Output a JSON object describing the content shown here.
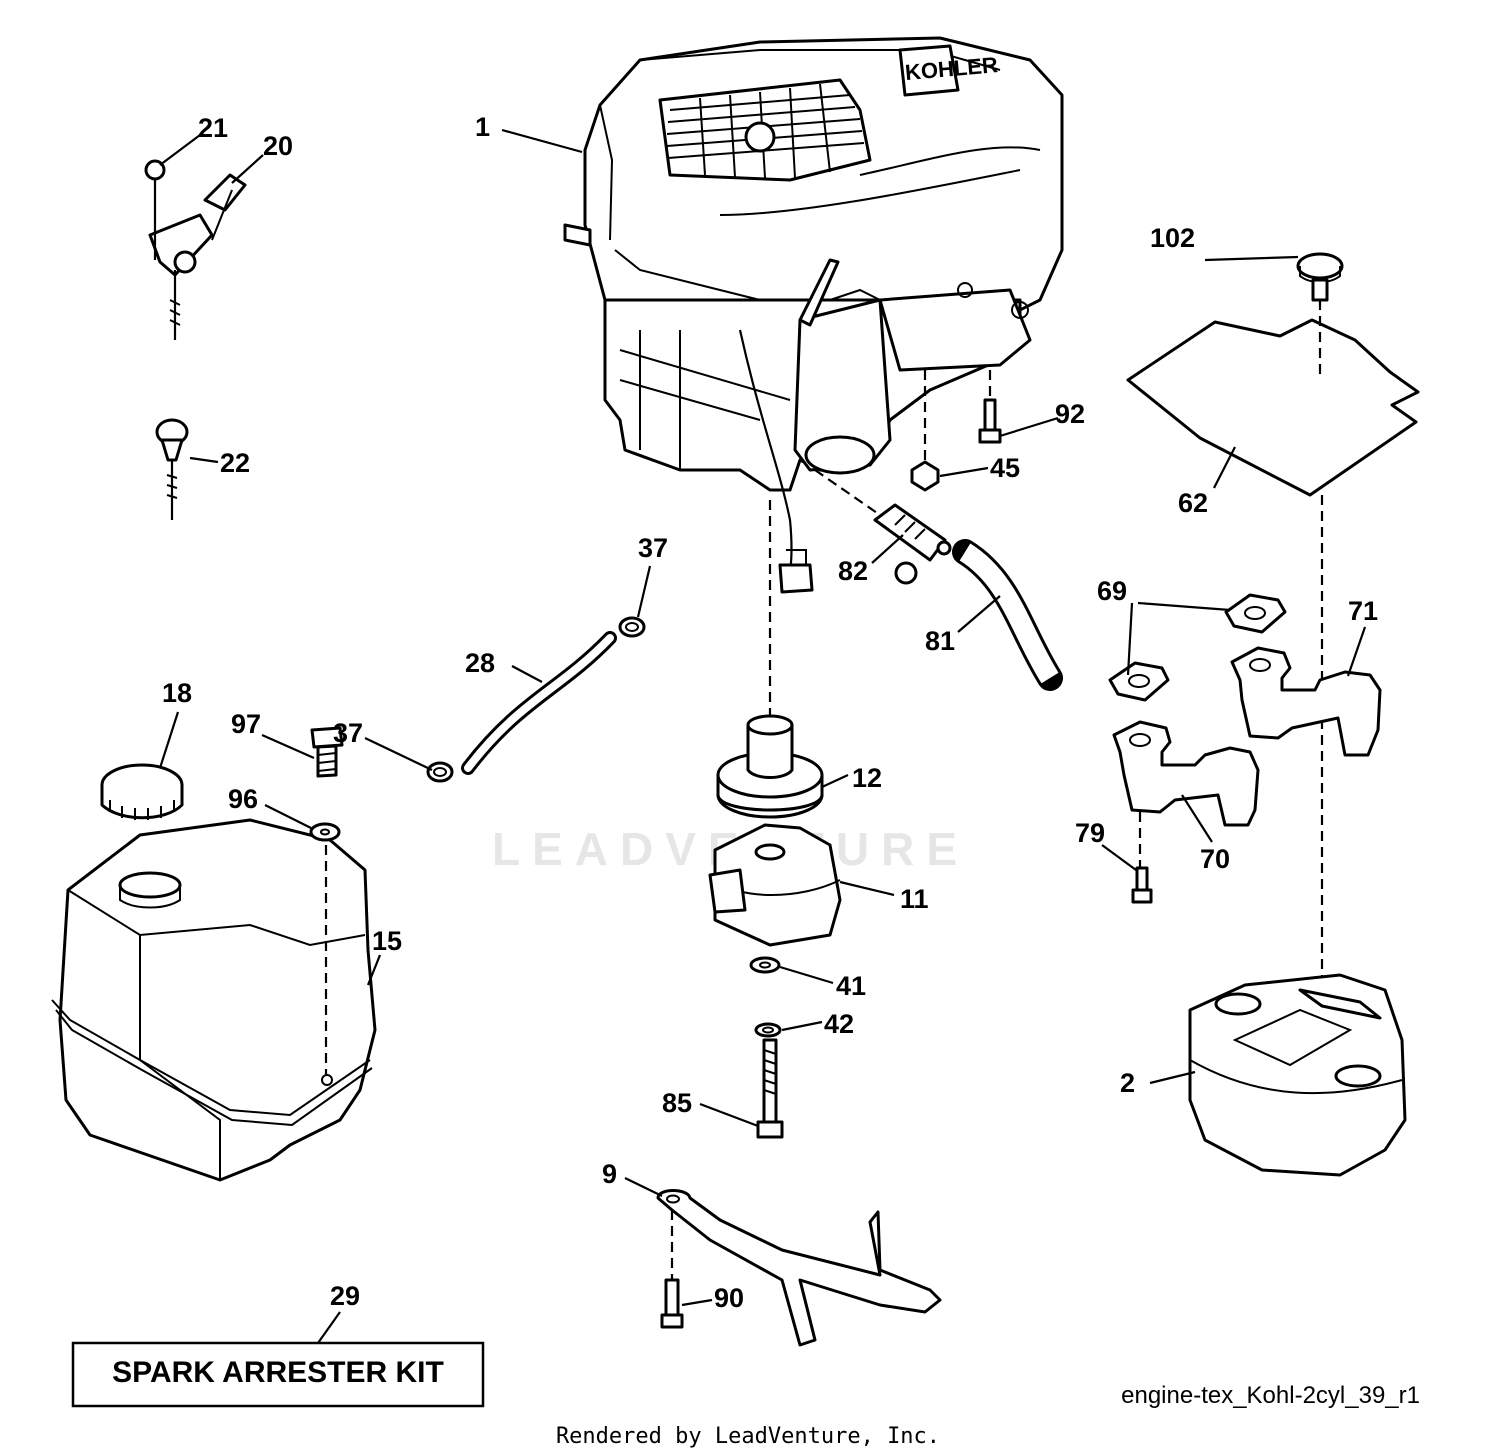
{
  "watermark": "LEADVENTURE",
  "brand_on_engine": "KOHLER",
  "callouts": {
    "c1": "1",
    "c2": "2",
    "c9": "9",
    "c11": "11",
    "c12": "12",
    "c15": "15",
    "c18": "18",
    "c20": "20",
    "c21": "21",
    "c22": "22",
    "c28": "28",
    "c29": "29",
    "c37a": "37",
    "c37b": "37",
    "c41": "41",
    "c42": "42",
    "c45": "45",
    "c62": "62",
    "c69": "69",
    "c70": "70",
    "c71": "71",
    "c79": "79",
    "c81": "81",
    "c82": "82",
    "c85": "85",
    "c90": "90",
    "c92": "92",
    "c96": "96",
    "c97": "97",
    "c102": "102"
  },
  "kit_label": "SPARK ARRESTER KIT",
  "diagram_code": "engine-tex_Kohl-2cyl_39_r1",
  "credit": "Rendered by LeadVenture, Inc."
}
